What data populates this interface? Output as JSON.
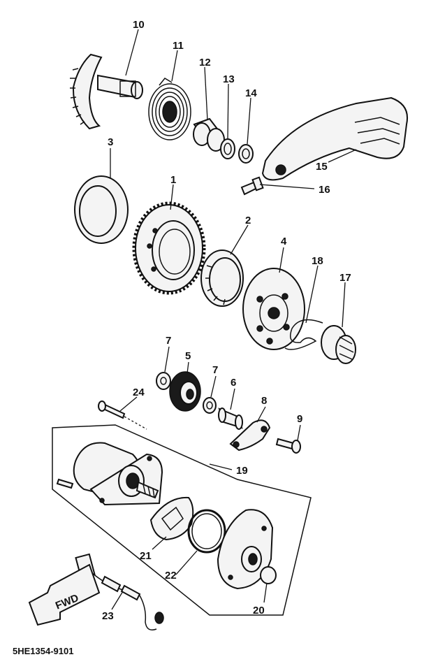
{
  "diagram": {
    "callouts": {
      "p1": "1",
      "p2": "2",
      "p3": "3",
      "p4": "4",
      "p5": "5",
      "p6": "6",
      "p7a": "7",
      "p7b": "7",
      "p8": "8",
      "p9": "9",
      "p10": "10",
      "p11": "11",
      "p12": "12",
      "p13": "13",
      "p14": "14",
      "p15": "15",
      "p16": "16",
      "p17": "17",
      "p18": "18",
      "p19": "19",
      "p20": "20",
      "p21": "21",
      "p22": "22",
      "p23": "23",
      "p24": "24"
    },
    "fwd_arrow_label": "FWD",
    "diagram_code": "5HE1354-9101"
  }
}
